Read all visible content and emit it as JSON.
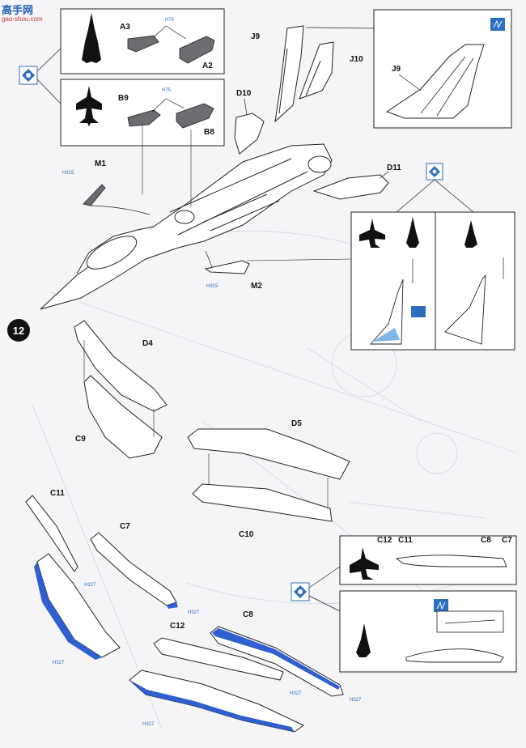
{
  "watermark": {
    "logo": "高手网",
    "url": "gao-shou.com"
  },
  "step_number": "12",
  "parts": {
    "A3": "A3",
    "A2": "A2",
    "B9": "B9",
    "B8": "B8",
    "J9": "J9",
    "J10": "J10",
    "J9_detail": "J9",
    "D10": "D10",
    "D11": "D11",
    "M1": "M1",
    "M2": "M2",
    "D4": "D4",
    "C9": "C9",
    "D5": "D5",
    "C10": "C10",
    "C11": "C11",
    "C7": "C7",
    "C12": "C12",
    "C8": "C8",
    "C12_detail": "C12",
    "C11_detail": "C11",
    "C8_detail": "C8",
    "C7_detail": "C7"
  },
  "paint_codes": {
    "h75a": "H75",
    "h75b": "H75",
    "h315a": "H315",
    "h315b": "H315",
    "h327a": "H327",
    "h327b": "H327",
    "h327c": "H327",
    "h327d": "H327",
    "h327e": "H327"
  },
  "colors": {
    "blue_paint": "#2f5fd0",
    "gray_part": "#6b6d70",
    "light_blue": "#7fb6e6",
    "line": "#222222"
  },
  "icons": [
    "watermark-logo-icon",
    "option-choice-icon",
    "aircraft-silhouette-icon",
    "decal-icon",
    "step-number-icon"
  ]
}
